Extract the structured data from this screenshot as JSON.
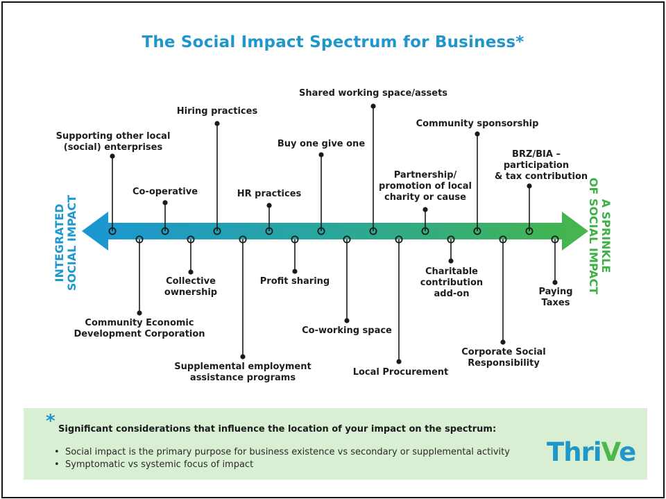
{
  "title": "The Social Impact Spectrum for Business*",
  "left_label": "INTEGRATED\nSOCIAL IMPACT",
  "right_label": "A SPRINKLE\nOF SOCIAL IMPACT",
  "colors": {
    "title": "#2196c9",
    "arrow_start": "#1a96d4",
    "arrow_end": "#46b64a",
    "note_bg": "#d9efd3"
  },
  "top_items": [
    "Supporting other local\n(social) enterprises",
    "Co-operative",
    "Hiring practices",
    "HR practices",
    "Buy one give one",
    "Shared working space/assets",
    "Partnership/\npromotion of local\ncharity or cause",
    "Community sponsorship",
    "BRZ/BIA –\nparticipation\n& tax contribution"
  ],
  "bottom_items": [
    "Community Economic\nDevelopment Corporation",
    "Collective\nownership",
    "Supplemental employment\nassistance programs",
    "Profit sharing",
    "Co-working space",
    "Local Procurement",
    "Charitable\ncontribution\nadd-on",
    "Corporate Social\nResponsibility",
    "Paying\nTaxes"
  ],
  "note": {
    "asterisk": "*",
    "heading": "Significant considerations that influence the location of your impact on the spectrum:",
    "bullets": [
      "Social impact is the primary purpose for business existence vs secondary or supplemental activity",
      "Symptomatic vs systemic focus of impact"
    ]
  },
  "logo": {
    "text_main": "Thri",
    "text_accent": "V",
    "text_end": "e"
  }
}
